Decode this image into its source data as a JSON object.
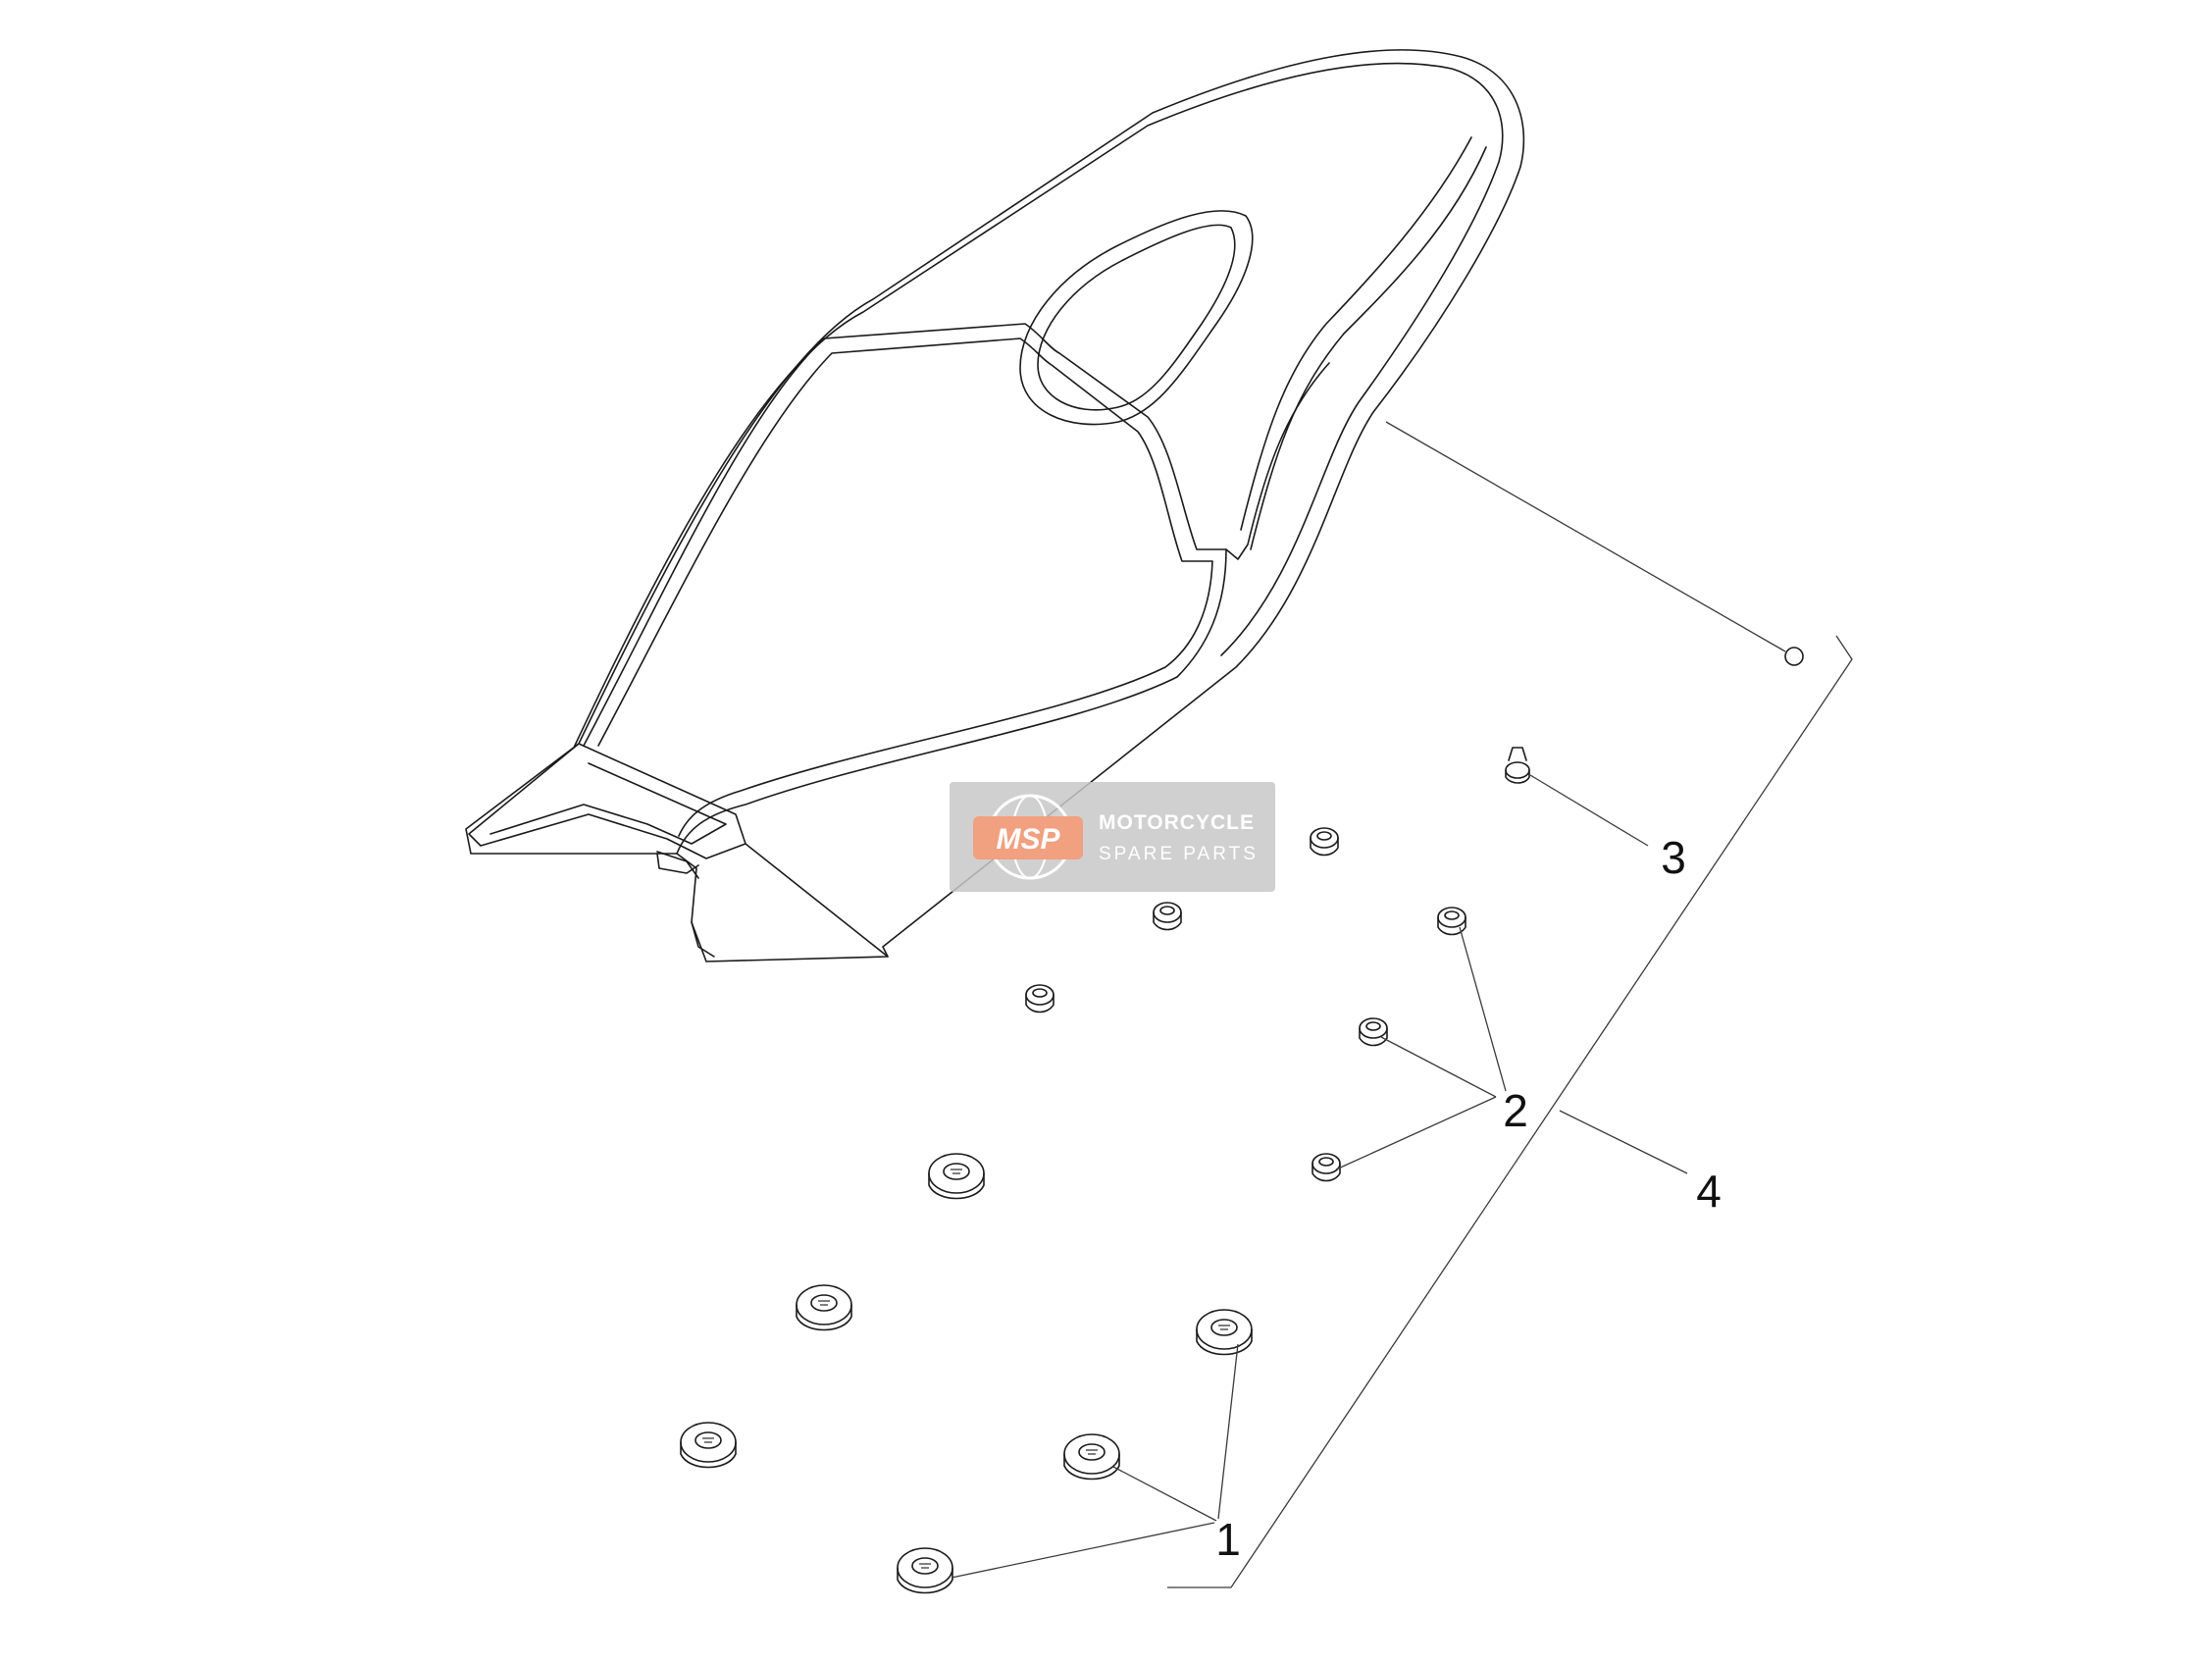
{
  "callouts": [
    {
      "id": "1",
      "label": "1"
    },
    {
      "id": "2",
      "label": "2"
    },
    {
      "id": "3",
      "label": "3"
    },
    {
      "id": "4",
      "label": "4"
    }
  ],
  "watermark": {
    "logo": "MSP",
    "title": "MOTORCYCLE",
    "subtitle": "SPARE PARTS"
  },
  "colors": {
    "line": "#1a1a1a",
    "watermark_box": "#c8c8c8",
    "watermark_logo": "#f1a080"
  }
}
